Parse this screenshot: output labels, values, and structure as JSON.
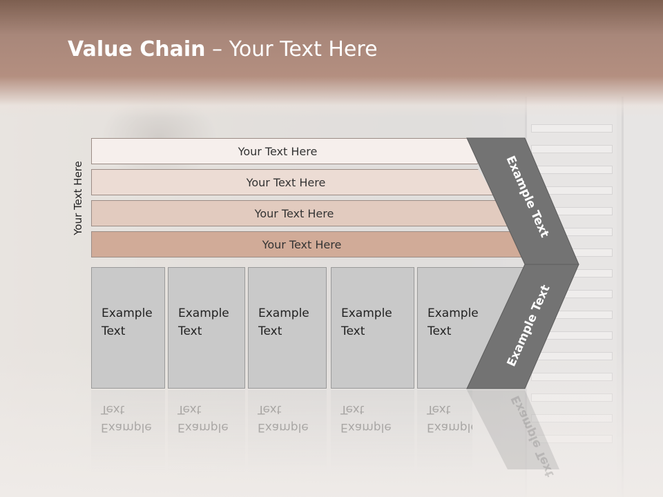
{
  "title": {
    "bold": "Value Chain",
    "rest": " – Your Text Here"
  },
  "side_label": "Your Text Here",
  "rows": [
    "Your Text Here",
    "Your Text Here",
    "Your Text Here",
    "Your Text Here"
  ],
  "columns": [
    {
      "line1": "Example",
      "line2": "Text"
    },
    {
      "line1": "Example",
      "line2": "Text"
    },
    {
      "line1": "Example",
      "line2": "Text"
    },
    {
      "line1": "Example",
      "line2": "Text"
    },
    {
      "line1": "Example",
      "line2": "Text"
    }
  ],
  "arrow": {
    "top_label": "Example Text",
    "bottom_label": "Example Text"
  },
  "colors": {
    "header": "#a8877a",
    "arrow": "#6f6f6f",
    "row_dark": "#d1ab98",
    "column": "#c9c9c9"
  }
}
